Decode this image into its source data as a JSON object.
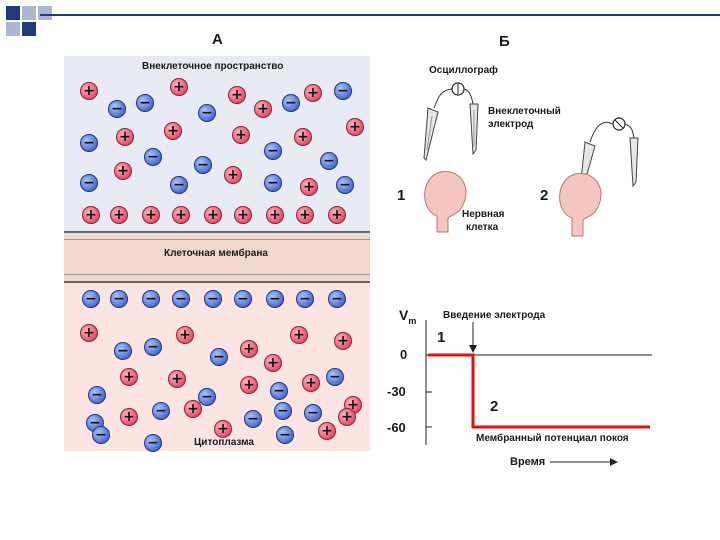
{
  "panel_a": {
    "letter": "А",
    "extracellular_label": "Внеклеточное пространство",
    "membrane_label": "Клеточная  мембрана",
    "cytoplasm_label": "Цитоплазма"
  },
  "panel_b": {
    "letter": "Б",
    "oscillograph_label": "Осциллограф",
    "electrode_label_line1": "Внеклеточный",
    "electrode_label_line2": "электрод",
    "cell_label_line1": "Нервная",
    "cell_label_line2": "клетка",
    "setup1_number": "1",
    "setup2_number": "2"
  },
  "graph": {
    "y_axis_label": "V",
    "y_axis_subscript": "m",
    "electrode_insertion_label": "Введение электрода",
    "point1_label": "1",
    "point2_label": "2",
    "resting_potential_label": "Мембранный потенциал покоя",
    "time_label": "Время",
    "ticks": [
      "0",
      "-30",
      "-60"
    ]
  },
  "ions": {
    "positive_symbol": "+",
    "negative_symbol": "−"
  },
  "colors": {
    "positive_ion": "#e8506a",
    "negative_ion": "#4d6fd1",
    "extracellular_bg": "#e8eaf4",
    "membrane_bg": "#f0d8cf",
    "cytoplasm_bg": "#fbe5e3",
    "potential_trace": "#e01010",
    "corner_dark": "#1f3b7a",
    "corner_light": "#aab8d6"
  }
}
